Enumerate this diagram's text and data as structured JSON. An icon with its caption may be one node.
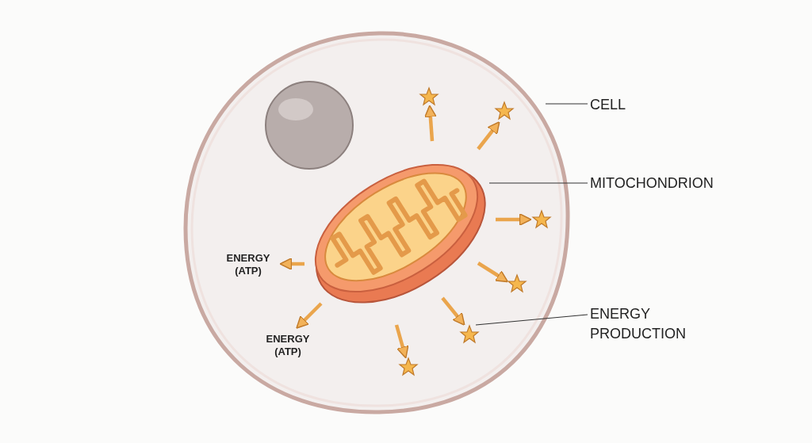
{
  "diagram": {
    "nodes": [
      {
        "text": [],
        "shape": "ellipse"
      },
      {
        "text": [],
        "shape": "picture",
        "in": 0
      },
      {
        "text": [
          "ENERGY (ATP)"
        ],
        "in": 0
      },
      {
        "text": [
          "ENERGY (ATP)"
        ],
        "in": 0
      },
      {
        "text": [],
        "shape": "star",
        "in": 0
      },
      {
        "text": [],
        "shape": "star",
        "in": 0
      },
      {
        "text": [],
        "shape": "star",
        "in": 0
      },
      {
        "text": [],
        "shape": "star",
        "in": 0
      },
      {
        "text": [],
        "shape": "star",
        "in": 0
      },
      {
        "text": [],
        "shape": "star",
        "in": 0
      },
      {
        "text": [
          "CELL"
        ]
      },
      {
        "text": [
          "MITOCHONDRION"
        ]
      },
      {
        "text": [
          "ENERGY PRODUCTION"
        ]
      }
    ],
    "edges": [
      {
        "from": 1,
        "to": 2,
        "arrow": "to"
      },
      {
        "from": 1,
        "to": 3,
        "arrow": "to"
      },
      {
        "from": 1,
        "to": 4,
        "arrow": "to"
      },
      {
        "from": 1,
        "to": 5,
        "arrow": "to"
      },
      {
        "from": 1,
        "to": 6,
        "arrow": "to"
      },
      {
        "from": 1,
        "to": 7,
        "arrow": "to"
      },
      {
        "from": 1,
        "to": 8,
        "arrow": "to"
      },
      {
        "from": 1,
        "to": 9,
        "arrow": "to"
      },
      {
        "from": 10,
        "to": 0,
        "arrow": "none",
        "color": "#333333"
      },
      {
        "from": 11,
        "to": 1,
        "arrow": "none",
        "color": "#333333"
      },
      {
        "from": 12,
        "to": 6,
        "arrow": "none",
        "color": "#333333"
      }
    ]
  }
}
